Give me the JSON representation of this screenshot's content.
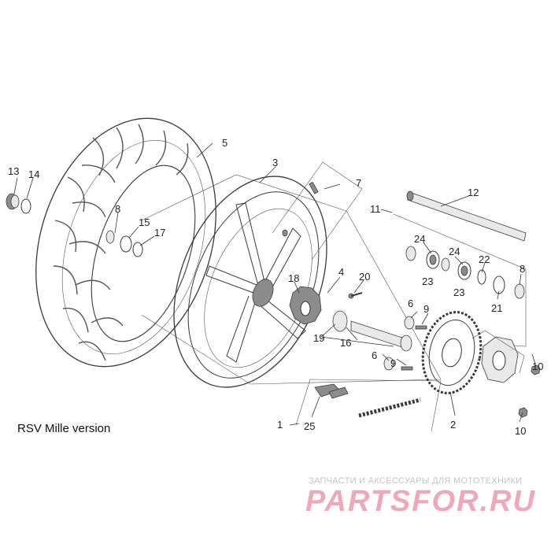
{
  "diagram": {
    "caption": "RSV Mille version",
    "labels": [
      "1",
      "2",
      "3",
      "4",
      "5",
      "6",
      "6",
      "7",
      "8",
      "8",
      "9",
      "9",
      "10",
      "10",
      "11",
      "12",
      "13",
      "14",
      "15",
      "16",
      "17",
      "18",
      "19",
      "20",
      "21",
      "22",
      "23",
      "23",
      "24",
      "24",
      "25"
    ]
  },
  "watermark": {
    "subtitle": "ЗАПЧАСТИ И АКСЕССУАРЫ ДЛЯ МОТОТЕХНИКИ",
    "brand": "PARTSFOR.RU",
    "color": "#f0a8b8"
  },
  "colors": {
    "line": "#3a3a3a",
    "part_fill": "#8c8c8c",
    "background": "#ffffff"
  }
}
